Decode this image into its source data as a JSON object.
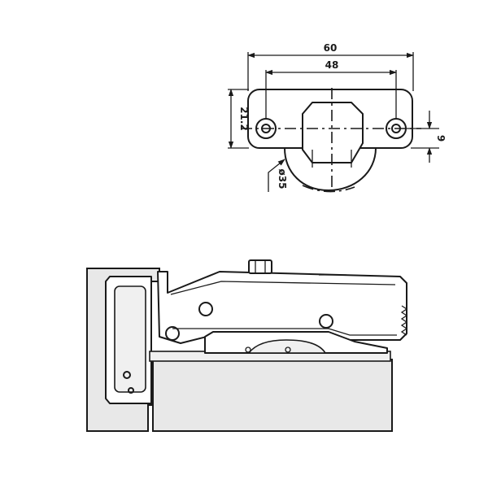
{
  "dimensions": {
    "overall_width": "60",
    "hole_spacing": "48",
    "plate_height": "21.2",
    "hole_offset": "9",
    "cup_diameter": "ø35"
  }
}
